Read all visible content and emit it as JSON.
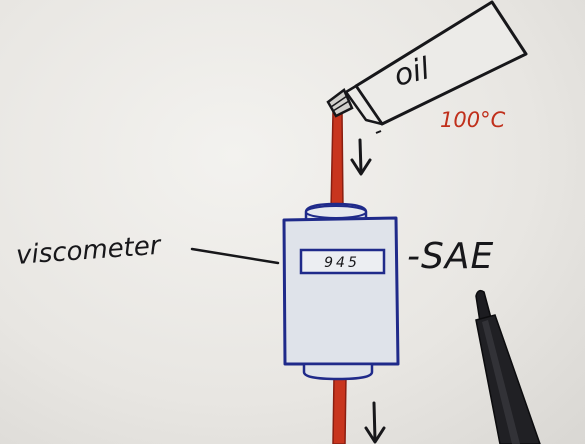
{
  "diagram": {
    "bottle_label": "oil",
    "temperature_label": "100°C",
    "device_label": "viscometer",
    "display_value": "945",
    "standard_label": "-SAE"
  },
  "colors": {
    "ink": "#17171a",
    "oil": "#c8351e",
    "device_fill": "#dfe3ea",
    "device_stroke": "#1f2a8a",
    "temp_text": "#c0301c"
  },
  "icons": {
    "arrow_in": "arrow-down-icon",
    "arrow_out": "arrow-down-icon",
    "marker": "marker-pen-icon"
  }
}
